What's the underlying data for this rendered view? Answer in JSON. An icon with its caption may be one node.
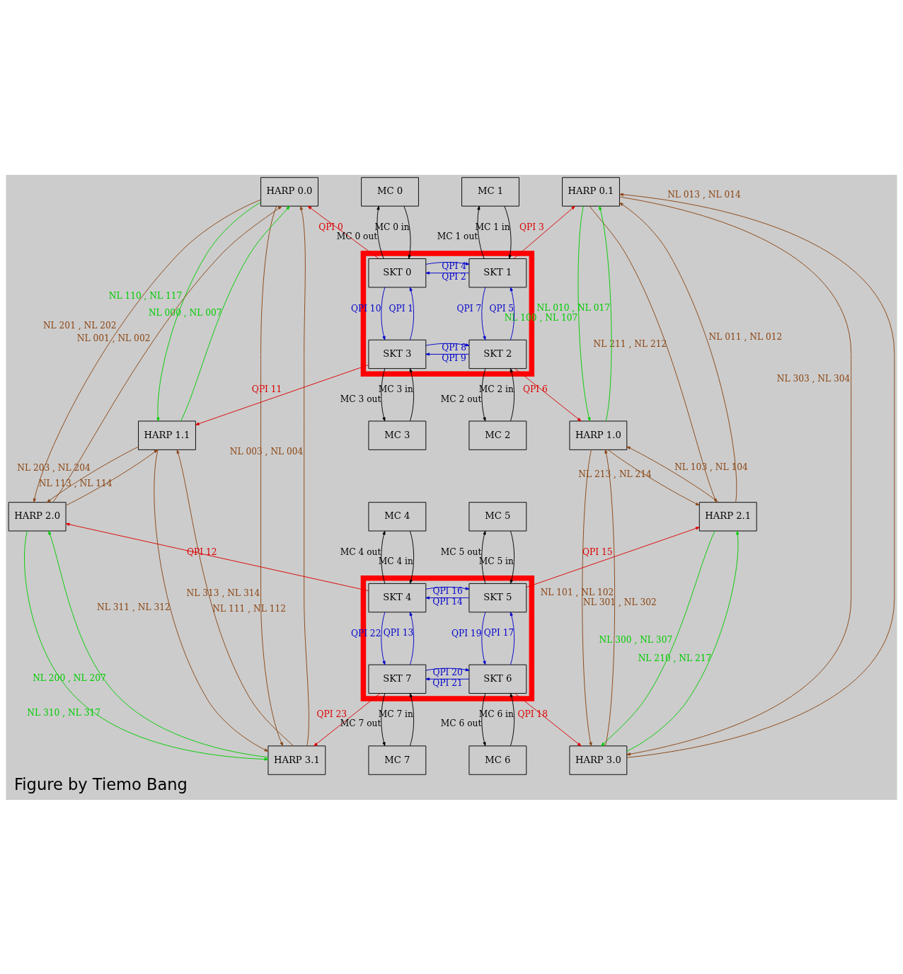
{
  "diagram": {
    "caption": "Figure by Tiemo Bang",
    "nodes": [
      {
        "text": [
          "MC 0"
        ]
      },
      {
        "text": [
          "MC 1"
        ]
      },
      {
        "text": [
          "HARP 0.0"
        ]
      },
      {
        "text": [
          "HARP 0.1"
        ]
      },
      {
        "text": [],
        "shape": "box"
      },
      {
        "text": [
          "SKT 0"
        ],
        "in": 4
      },
      {
        "text": [
          "SKT 1"
        ],
        "in": 4
      },
      {
        "text": [
          "SKT 3"
        ],
        "in": 4
      },
      {
        "text": [
          "SKT 2"
        ],
        "in": 4
      },
      {
        "text": [
          "HARP 1.1"
        ]
      },
      {
        "text": [
          "HARP 1.0"
        ]
      },
      {
        "text": [
          "MC 3"
        ]
      },
      {
        "text": [
          "MC 2"
        ]
      },
      {
        "text": [
          "MC 4"
        ]
      },
      {
        "text": [
          "MC 5"
        ]
      },
      {
        "text": [
          "HARP 2.0"
        ]
      },
      {
        "text": [
          "HARP 2.1"
        ]
      },
      {
        "text": [],
        "shape": "box"
      },
      {
        "text": [
          "SKT 4"
        ],
        "in": 17
      },
      {
        "text": [
          "SKT 5"
        ],
        "in": 17
      },
      {
        "text": [
          "SKT 7"
        ],
        "in": 17
      },
      {
        "text": [
          "SKT 6"
        ],
        "in": 17
      },
      {
        "text": [
          "HARP 3.1"
        ]
      },
      {
        "text": [
          "HARP 3.0"
        ]
      },
      {
        "text": [
          "MC 7"
        ]
      },
      {
        "text": [
          "MC 6"
        ]
      }
    ],
    "edges": [
      {
        "from": 5,
        "to": 0,
        "arrow": "to",
        "label": "MC 0 out"
      },
      {
        "from": 0,
        "to": 5,
        "arrow": "to",
        "label": "MC 0 in"
      },
      {
        "from": 6,
        "to": 1,
        "arrow": "to",
        "label": "MC 1 out"
      },
      {
        "from": 1,
        "to": 6,
        "arrow": "to",
        "label": "MC 1 in"
      },
      {
        "from": 6,
        "to": 5,
        "arrow": "to",
        "label": "QPI 2",
        "color": "#0000cc"
      },
      {
        "from": 5,
        "to": 6,
        "arrow": "to",
        "label": "QPI 4",
        "color": "#0000cc"
      },
      {
        "from": 7,
        "to": 5,
        "arrow": "to",
        "label": "QPI 1",
        "color": "#0000cc"
      },
      {
        "from": 5,
        "to": 7,
        "arrow": "to",
        "label": "QPI 10",
        "color": "#0000cc"
      },
      {
        "from": 8,
        "to": 6,
        "arrow": "to",
        "label": "QPI 5",
        "color": "#0000cc"
      },
      {
        "from": 6,
        "to": 8,
        "arrow": "to",
        "label": "QPI 7",
        "color": "#0000cc"
      },
      {
        "from": 8,
        "to": 7,
        "arrow": "to",
        "label": "QPI 9",
        "color": "#0000cc"
      },
      {
        "from": 7,
        "to": 8,
        "arrow": "to",
        "label": "QPI 8",
        "color": "#0000cc"
      },
      {
        "from": 5,
        "to": 2,
        "arrow": "to",
        "label": "QPI 0",
        "color": "#dd0000"
      },
      {
        "from": 6,
        "to": 3,
        "arrow": "to",
        "label": "QPI 3",
        "color": "#dd0000"
      },
      {
        "from": 7,
        "to": 9,
        "arrow": "to",
        "label": "QPI 11",
        "color": "#dd0000"
      },
      {
        "from": 8,
        "to": 10,
        "arrow": "to",
        "label": "QPI 6",
        "color": "#dd0000"
      },
      {
        "from": 11,
        "to": 7,
        "arrow": "to",
        "label": "MC 3 in"
      },
      {
        "from": 7,
        "to": 11,
        "arrow": "to",
        "label": "MC 3 out"
      },
      {
        "from": 12,
        "to": 8,
        "arrow": "to",
        "label": "MC 2 in"
      },
      {
        "from": 8,
        "to": 12,
        "arrow": "to",
        "label": "MC 2 out"
      },
      {
        "from": 9,
        "to": 2,
        "arrow": "to",
        "label": "NL 000 , NL 007",
        "color": "#00cc00"
      },
      {
        "from": 2,
        "to": 9,
        "arrow": "to",
        "label": "NL 110 , NL 117",
        "color": "#00cc00"
      },
      {
        "from": 15,
        "to": 2,
        "arrow": "to",
        "label": "NL 001 , NL 002",
        "color": "#8b4513"
      },
      {
        "from": 2,
        "to": 15,
        "arrow": "to",
        "label": "NL 201 , NL 202",
        "color": "#8b4513"
      },
      {
        "from": 22,
        "to": 2,
        "arrow": "to",
        "label": "NL 003 , NL 004",
        "color": "#8b4513"
      },
      {
        "from": 2,
        "to": 22,
        "arrow": "to",
        "label": "NL 313 , NL 314",
        "color": "#8b4513"
      },
      {
        "from": 15,
        "to": 9,
        "arrow": "to",
        "label": "NL 113 , NL 114",
        "color": "#8b4513"
      },
      {
        "from": 9,
        "to": 15,
        "arrow": "to",
        "label": "NL 203 , NL 204",
        "color": "#8b4513"
      },
      {
        "from": 22,
        "to": 9,
        "arrow": "to",
        "label": "NL 111 , NL 112",
        "color": "#8b4513"
      },
      {
        "from": 9,
        "to": 22,
        "arrow": "to",
        "label": "NL 311 , NL 312",
        "color": "#8b4513"
      },
      {
        "from": 22,
        "to": 15,
        "arrow": "to",
        "label": "NL 200 , NL 207",
        "color": "#00cc00"
      },
      {
        "from": 15,
        "to": 22,
        "arrow": "to",
        "label": "NL 310 , NL 317",
        "color": "#00cc00"
      },
      {
        "from": 10,
        "to": 3,
        "arrow": "to",
        "label": "NL 010 , NL 017",
        "color": "#00cc00"
      },
      {
        "from": 3,
        "to": 10,
        "arrow": "to",
        "label": "NL 100 , NL 107",
        "color": "#00cc00"
      },
      {
        "from": 16,
        "to": 3,
        "arrow": "to",
        "label": "NL 011 , NL 012",
        "color": "#8b4513"
      },
      {
        "from": 3,
        "to": 16,
        "arrow": "to",
        "label": "NL 211 , NL 212",
        "color": "#8b4513"
      },
      {
        "from": 23,
        "to": 3,
        "arrow": "to",
        "label": "NL 013 , NL 014",
        "color": "#8b4513"
      },
      {
        "from": 3,
        "to": 23,
        "arrow": "to",
        "label": "NL 303 , NL 304",
        "color": "#8b4513"
      },
      {
        "from": 16,
        "to": 10,
        "arrow": "to",
        "label": "NL 103 , NL 104",
        "color": "#8b4513"
      },
      {
        "from": 10,
        "to": 16,
        "arrow": "to",
        "label": "NL 213 , NL 214",
        "color": "#8b4513"
      },
      {
        "from": 23,
        "to": 10,
        "arrow": "to",
        "label": "NL 101 , NL 102",
        "color": "#8b4513"
      },
      {
        "from": 10,
        "to": 23,
        "arrow": "to",
        "label": "NL 301 , NL 302",
        "color": "#8b4513"
      },
      {
        "from": 23,
        "to": 16,
        "arrow": "to",
        "label": "NL 210 , NL 217",
        "color": "#00cc00"
      },
      {
        "from": 16,
        "to": 23,
        "arrow": "to",
        "label": "NL 300 , NL 307",
        "color": "#00cc00"
      },
      {
        "from": 18,
        "to": 13,
        "arrow": "to",
        "label": "MC 4 out"
      },
      {
        "from": 13,
        "to": 18,
        "arrow": "to",
        "label": "MC 4 in"
      },
      {
        "from": 19,
        "to": 14,
        "arrow": "to",
        "label": "MC 5 out"
      },
      {
        "from": 14,
        "to": 19,
        "arrow": "to",
        "label": "MC 5 in"
      },
      {
        "from": 19,
        "to": 18,
        "arrow": "to",
        "label": "QPI 14",
        "color": "#0000cc"
      },
      {
        "from": 18,
        "to": 19,
        "arrow": "to",
        "label": "QPI 16",
        "color": "#0000cc"
      },
      {
        "from": 20,
        "to": 18,
        "arrow": "to",
        "label": "QPI 13",
        "color": "#0000cc"
      },
      {
        "from": 18,
        "to": 20,
        "arrow": "to",
        "label": "QPI 22",
        "color": "#0000cc"
      },
      {
        "from": 21,
        "to": 19,
        "arrow": "to",
        "label": "QPI 17",
        "color": "#0000cc"
      },
      {
        "from": 19,
        "to": 21,
        "arrow": "to",
        "label": "QPI 19",
        "color": "#0000cc"
      },
      {
        "from": 21,
        "to": 20,
        "arrow": "to",
        "label": "QPI 21",
        "color": "#0000cc"
      },
      {
        "from": 20,
        "to": 21,
        "arrow": "to",
        "label": "QPI 20",
        "color": "#0000cc"
      },
      {
        "from": 18,
        "to": 15,
        "arrow": "to",
        "label": "QPI 12",
        "color": "#dd0000"
      },
      {
        "from": 19,
        "to": 16,
        "arrow": "to",
        "label": "QPI 15",
        "color": "#dd0000"
      },
      {
        "from": 20,
        "to": 22,
        "arrow": "to",
        "label": "QPI 23",
        "color": "#dd0000"
      },
      {
        "from": 21,
        "to": 23,
        "arrow": "to",
        "label": "QPI 18",
        "color": "#dd0000"
      },
      {
        "from": 24,
        "to": 20,
        "arrow": "to",
        "label": "MC 7 in"
      },
      {
        "from": 20,
        "to": 24,
        "arrow": "to",
        "label": "MC 7 out"
      },
      {
        "from": 25,
        "to": 21,
        "arrow": "to",
        "label": "MC 6 in"
      },
      {
        "from": 21,
        "to": 25,
        "arrow": "to",
        "label": "MC 6 out"
      }
    ]
  }
}
